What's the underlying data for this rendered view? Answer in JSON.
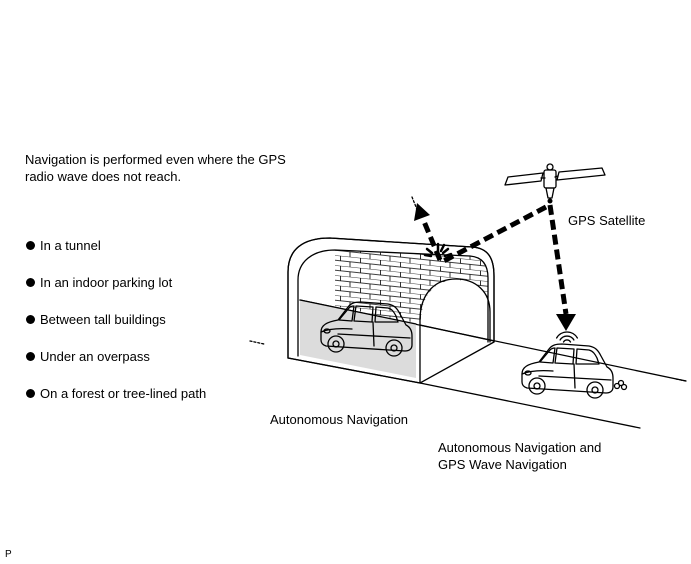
{
  "description_lines": [
    "Navigation is performed even where the GPS",
    "radio wave does not reach."
  ],
  "conditions": [
    "In a tunnel",
    "In an indoor parking lot",
    "Between tall buildings",
    "Under an overpass",
    "On a forest or tree-lined path"
  ],
  "labels": {
    "gps_satellite": "GPS Satellite",
    "autonomous_navigation": "Autonomous Navigation",
    "combined_navigation_lines": [
      "Autonomous Navigation and",
      "GPS Wave Navigation"
    ]
  },
  "figure_code": "P"
}
